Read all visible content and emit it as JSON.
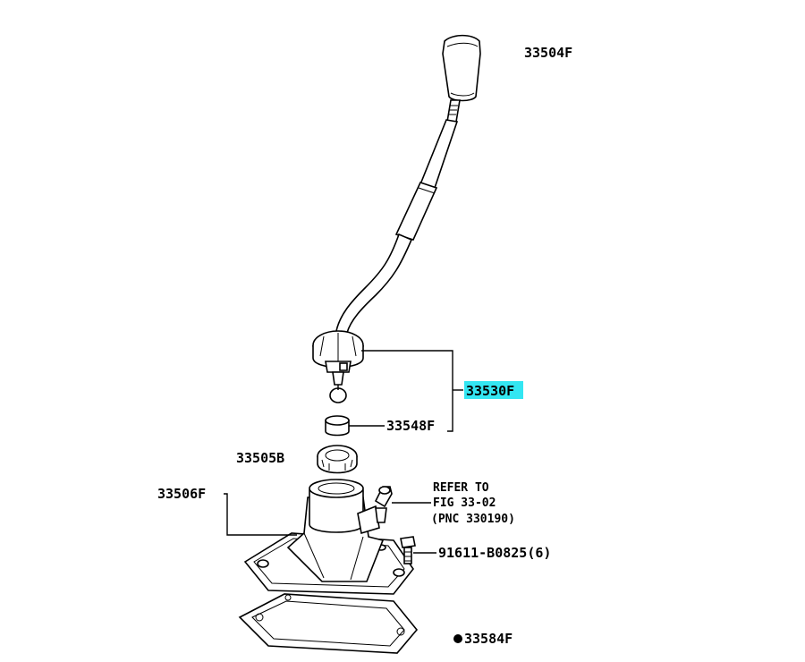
{
  "labels": {
    "knob": "33504F",
    "lever_assy": "33530F",
    "bushing": "33548F",
    "seat": "33505B",
    "retainer": "33506F",
    "refer_line1": "REFER TO",
    "refer_line2": "FIG 33-02",
    "refer_line3": "(PNC 330190)",
    "bolt": "91611-B0825(6)",
    "gasket": "33584F"
  },
  "colors": {
    "highlight": "#33e6f2",
    "line": "#000000"
  },
  "icons": {
    "bullet": "filled-circle"
  }
}
